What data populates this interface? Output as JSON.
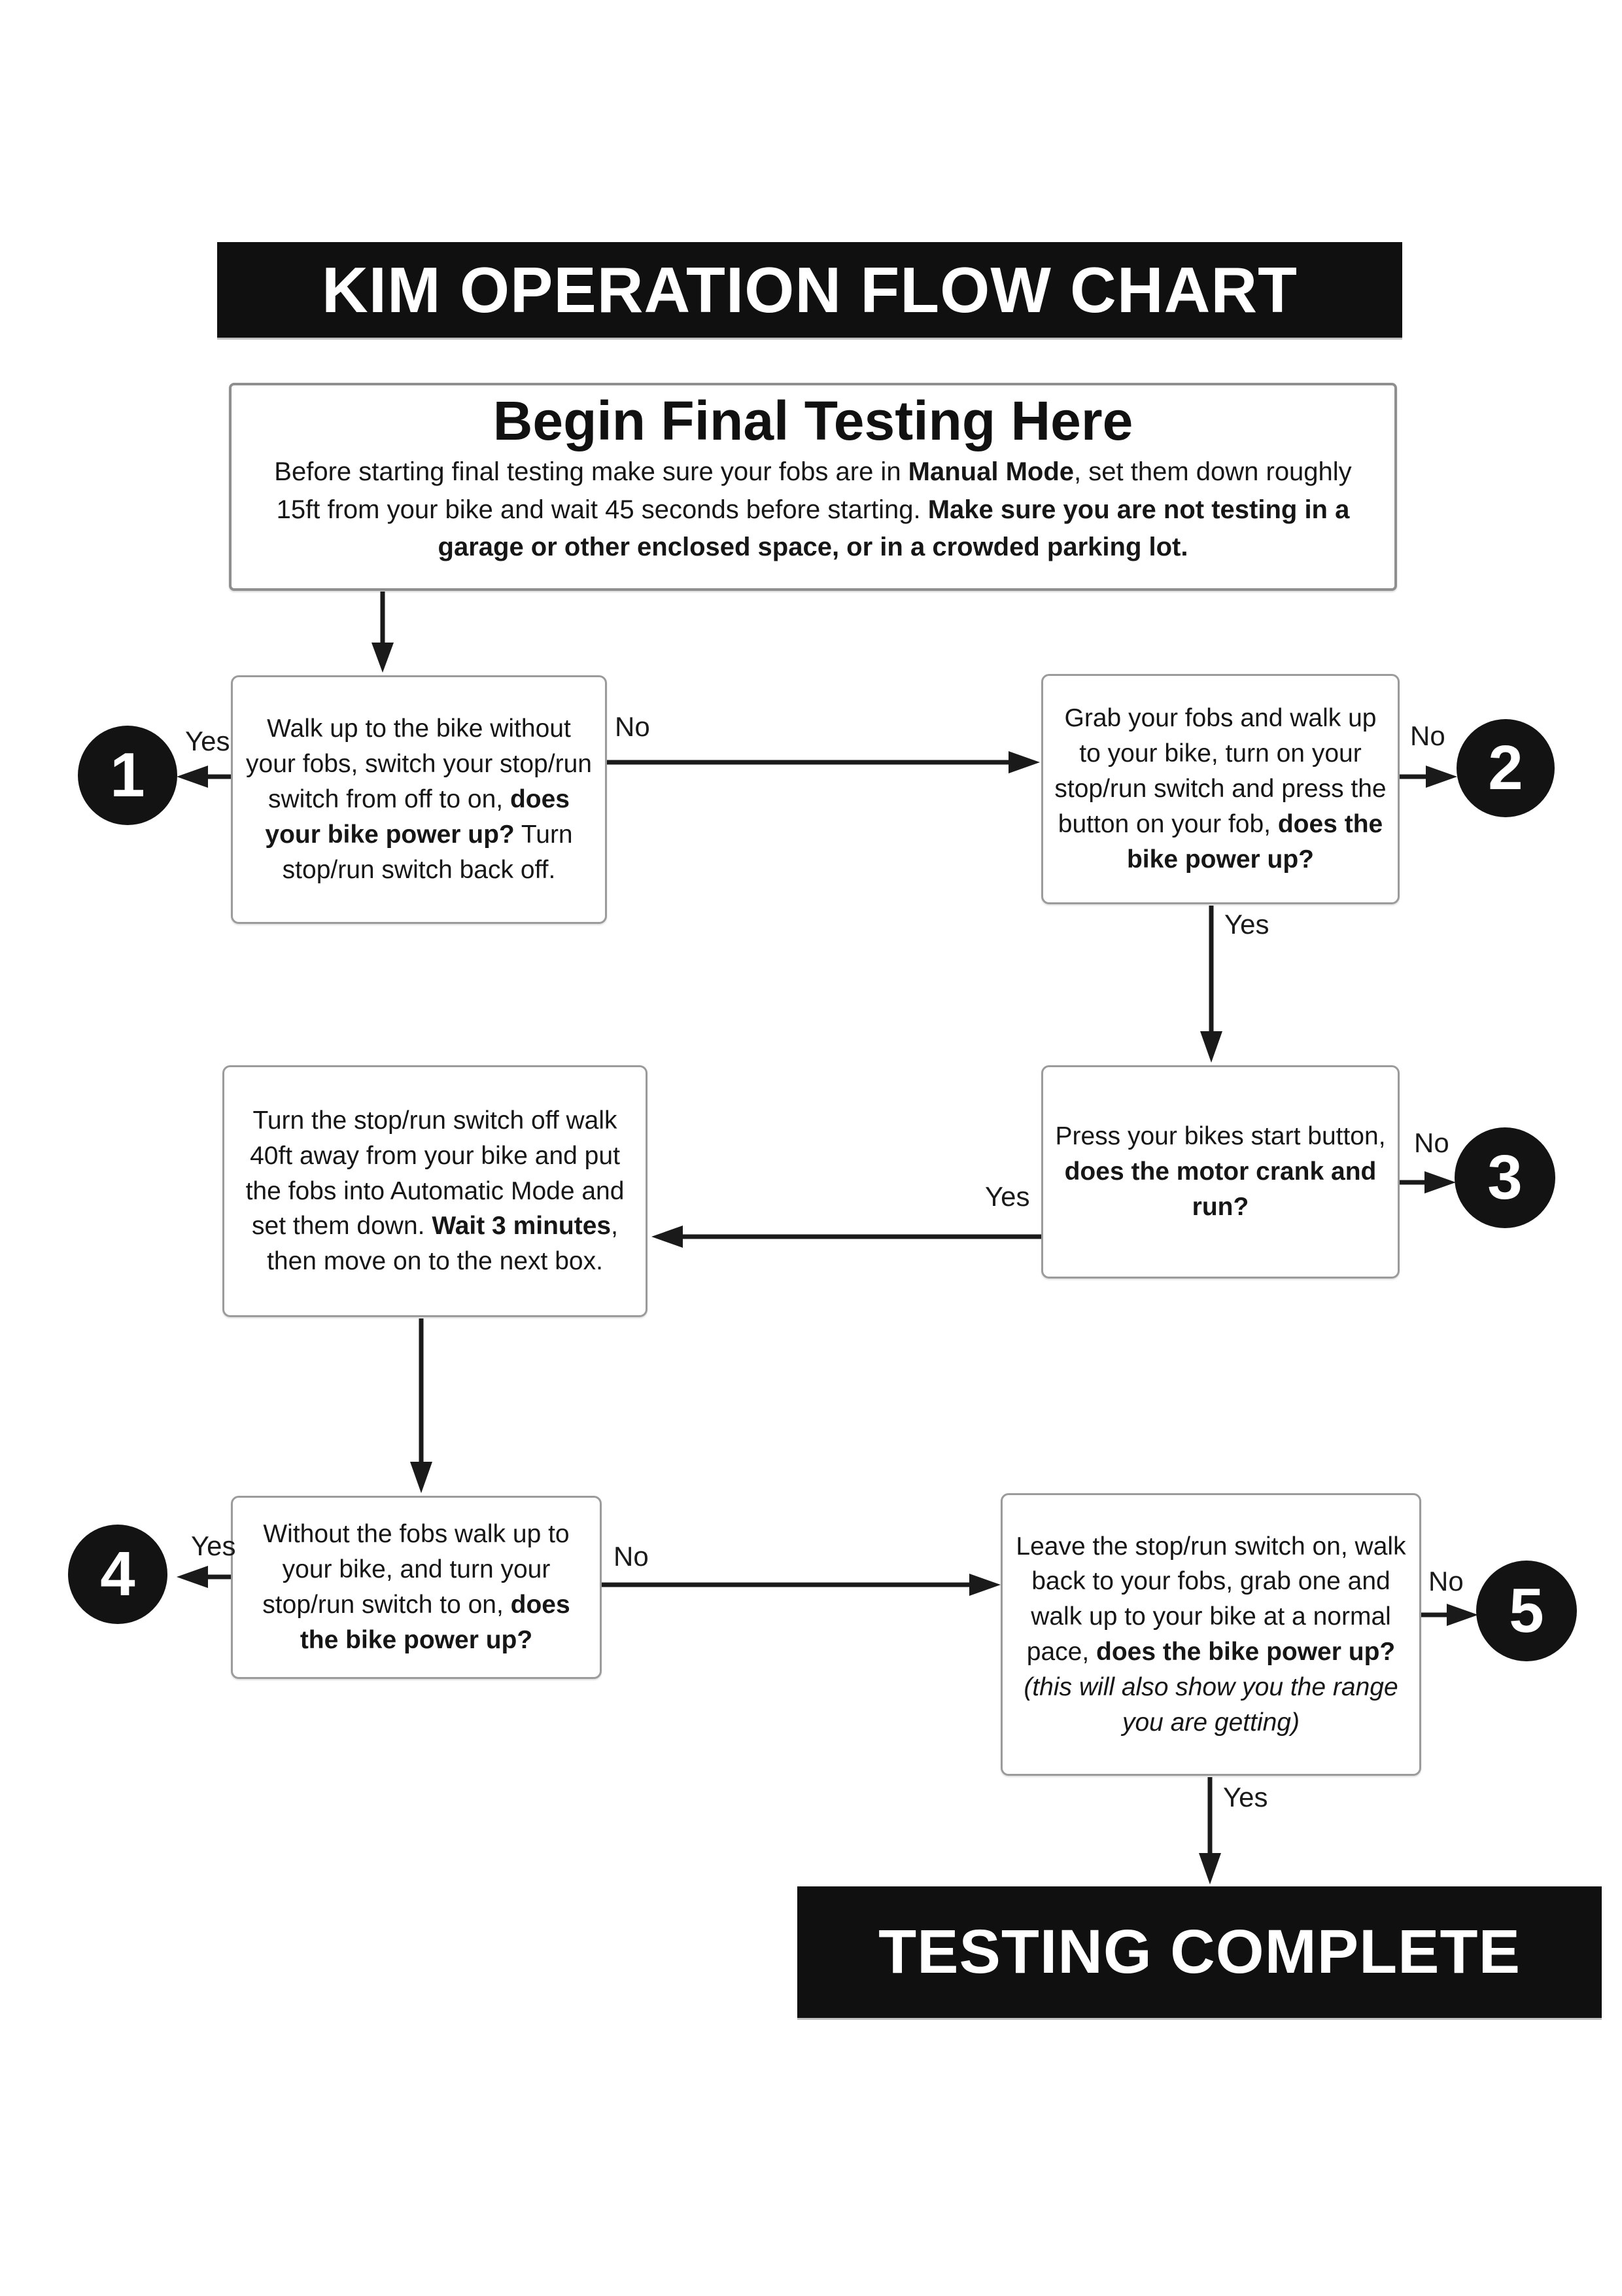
{
  "title_bar": {
    "text": "KIM OPERATION FLOW CHART"
  },
  "start_node": {
    "heading": "Begin Final Testing Here",
    "body": [
      {
        "t": "Before starting final testing make sure your fobs are in "
      },
      {
        "t": "Manual Mode",
        "b": true
      },
      {
        "t": ", set them down roughly 15ft from your bike and wait 45 seconds before starting. "
      },
      {
        "t": "Make sure you are not testing in a garage or other enclosed space, or in a crowded parking lot.",
        "b": true
      }
    ]
  },
  "nodes": {
    "walk_up_no_fobs": {
      "segments": [
        {
          "t": "Walk up to the bike without your fobs, switch your stop/run switch from off to on, "
        },
        {
          "t": "does your bike power up?",
          "b": true
        },
        {
          "t": " Turn stop/run switch back off."
        }
      ]
    },
    "grab_fobs": {
      "segments": [
        {
          "t": "Grab your fobs and walk up to your bike, turn on your stop/run switch and press the button on your fob, "
        },
        {
          "t": "does the bike power up?",
          "b": true
        }
      ]
    },
    "press_start": {
      "segments": [
        {
          "t": "Press your bikes start button, "
        },
        {
          "t": "does the motor crank and run?",
          "b": true
        }
      ]
    },
    "turn_switch_off": {
      "segments": [
        {
          "t": "Turn the stop/run switch off walk 40ft away from your bike and put the fobs into Automatic Mode and set them down. "
        },
        {
          "t": "Wait 3 minutes",
          "b": true
        },
        {
          "t": ", then move on to the next box."
        }
      ]
    },
    "without_fobs": {
      "segments": [
        {
          "t": "Without the fobs walk up to your bike, and turn your stop/run switch to on, "
        },
        {
          "t": "does the bike power up?",
          "b": true
        }
      ]
    },
    "leave_switch_on": {
      "segments": [
        {
          "t": "Leave the stop/run switch on, walk back to your fobs, grab one and walk up to your bike at a normal pace, "
        },
        {
          "t": "does the bike power up?",
          "b": true
        },
        {
          "t": " "
        },
        {
          "t": "(this will also show you the range you are getting)",
          "i": true
        }
      ]
    }
  },
  "edge_labels": {
    "yes": "Yes",
    "no": "No"
  },
  "endpoints": {
    "e1": "1",
    "e2": "2",
    "e3": "3",
    "e4": "4",
    "e5": "5"
  },
  "complete_node": {
    "text": "TESTING COMPLETE"
  },
  "colors": {
    "bar_fill": "#101010",
    "bar_text": "#ffffff",
    "node_fill": "#ffffff",
    "node_border": "#9b9b9b",
    "arrow": "#1a1a1a"
  }
}
